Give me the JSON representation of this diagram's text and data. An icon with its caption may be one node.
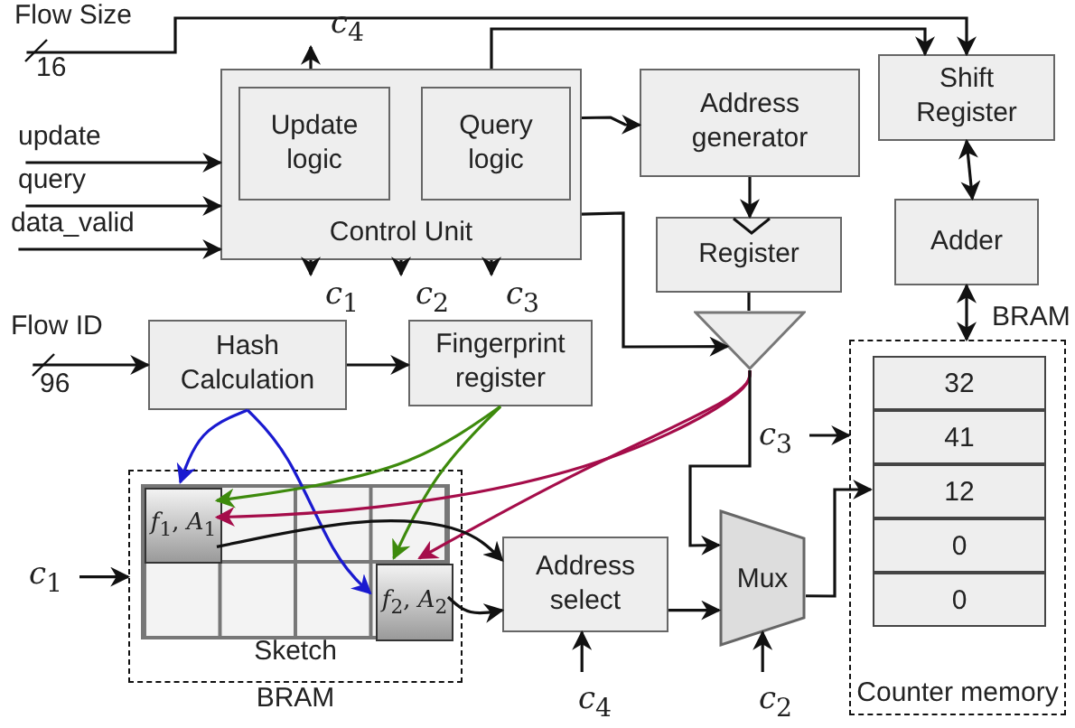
{
  "diagram": {
    "nodes": [
      {
        "text": [
          "Control Unit"
        ]
      },
      {
        "text": [
          "Update logic"
        ],
        "in": 0
      },
      {
        "text": [
          "Query logic"
        ],
        "in": 0
      },
      {
        "text": [
          "Address generator"
        ]
      },
      {
        "text": [
          "Shift Register"
        ]
      },
      {
        "text": [
          "Register"
        ]
      },
      {
        "text": [],
        "shape": "triangle"
      },
      {
        "text": [
          "Adder"
        ]
      },
      {
        "text": [
          "Hash Calculation"
        ]
      },
      {
        "text": [
          "Fingerprint register"
        ]
      },
      {
        "text": [
          "BRAM"
        ]
      },
      {
        "text": [
          "Sketch"
        ],
        "in": 10
      },
      {
        "text": [
          "*f*$_{1}$, *A*$_{1}$"
        ],
        "in": 11
      },
      {
        "text": [
          "*f*$_{2}$, *A*$_{2}$"
        ],
        "in": 11
      },
      {
        "text": [
          "Address select"
        ]
      },
      {
        "text": [
          "Mux"
        ]
      },
      {
        "text": [
          "BRAM",
          "Counter memory"
        ]
      },
      {
        "text": [
          "32"
        ],
        "in": 16
      },
      {
        "text": [
          "41"
        ],
        "in": 16
      },
      {
        "text": [
          "12"
        ],
        "in": 16
      },
      {
        "text": [
          "0"
        ],
        "in": 16
      },
      {
        "text": [
          "0"
        ],
        "in": 16
      },
      {
        "text": [
          "Flow Size"
        ]
      },
      {
        "text": [
          "update"
        ]
      },
      {
        "text": [
          "query"
        ]
      },
      {
        "text": [
          "data_valid"
        ]
      },
      {
        "text": [
          "Flow ID"
        ]
      },
      {
        "text": [
          "*c*$_{4}$"
        ]
      },
      {
        "text": [
          "*c*$_{1}$"
        ]
      },
      {
        "text": [
          "*c*$_{2}$"
        ]
      },
      {
        "text": [
          "*c*$_{3}$"
        ]
      },
      {
        "text": [
          "*c*$_{1}$"
        ]
      },
      {
        "text": [
          "*c*$_{3}$"
        ]
      },
      {
        "text": [
          "*c*$_{4}$"
        ]
      },
      {
        "text": [
          "*c*$_{2}$"
        ]
      }
    ],
    "edges": [
      {
        "from": 22,
        "to": 4,
        "arrow": "to"
      },
      {
        "from": 0,
        "to": 4,
        "arrow": "to"
      },
      {
        "from": 0,
        "to": 27,
        "arrow": "to"
      },
      {
        "from": 23,
        "to": 0,
        "arrow": "to"
      },
      {
        "from": 24,
        "to": 0,
        "arrow": "to"
      },
      {
        "from": 25,
        "to": 0,
        "arrow": "to"
      },
      {
        "from": 0,
        "to": 3,
        "arrow": "to"
      },
      {
        "from": 3,
        "to": 5,
        "arrow": "to"
      },
      {
        "from": 5,
        "to": 6,
        "arrow": "none"
      },
      {
        "from": 0,
        "to": 6,
        "arrow": "to"
      },
      {
        "from": 26,
        "to": 8,
        "arrow": "to"
      },
      {
        "from": 8,
        "to": 9,
        "arrow": "to"
      },
      {
        "from": 8,
        "to": 12,
        "arrow": "to",
        "color": "#1a1ad0"
      },
      {
        "from": 8,
        "to": 13,
        "arrow": "to",
        "color": "#1a1ad0"
      },
      {
        "from": 9,
        "to": 12,
        "arrow": "to",
        "color": "#3d8a0c"
      },
      {
        "from": 9,
        "to": 13,
        "arrow": "to",
        "color": "#3d8a0c"
      },
      {
        "from": 6,
        "to": 12,
        "arrow": "to",
        "color": "#a50d4a"
      },
      {
        "from": 6,
        "to": 13,
        "arrow": "to",
        "color": "#a50d4a"
      },
      {
        "from": 6,
        "to": 15,
        "arrow": "to"
      },
      {
        "from": 12,
        "to": 14,
        "arrow": "to"
      },
      {
        "from": 13,
        "to": 14,
        "arrow": "to"
      },
      {
        "from": 31,
        "to": 10,
        "arrow": "to"
      },
      {
        "from": 14,
        "to": 15,
        "arrow": "to"
      },
      {
        "from": 33,
        "to": 14,
        "arrow": "to"
      },
      {
        "from": 34,
        "to": 15,
        "arrow": "to"
      },
      {
        "from": 15,
        "to": 19,
        "arrow": "to"
      },
      {
        "from": 32,
        "to": 16,
        "arrow": "to"
      },
      {
        "from": 0,
        "to": 28,
        "arrow": "to"
      },
      {
        "from": 0,
        "to": 29,
        "arrow": "to"
      },
      {
        "from": 0,
        "to": 30,
        "arrow": "to"
      },
      {
        "from": 4,
        "to": 7,
        "arrow": "both"
      },
      {
        "from": 7,
        "to": 16,
        "arrow": "both"
      }
    ],
    "labels": [
      "16",
      "96"
    ]
  }
}
